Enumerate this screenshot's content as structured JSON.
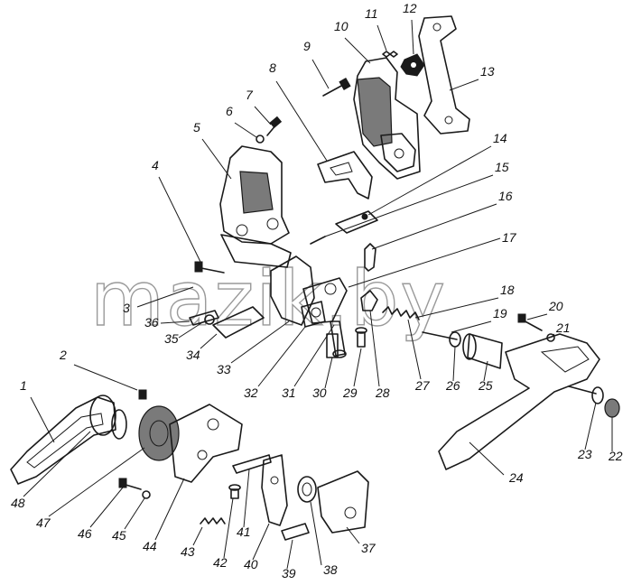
{
  "watermark": "mazik.by",
  "callouts": [
    {
      "n": "1"
    },
    {
      "n": "2"
    },
    {
      "n": "3"
    },
    {
      "n": "4"
    },
    {
      "n": "5"
    },
    {
      "n": "6"
    },
    {
      "n": "7"
    },
    {
      "n": "8"
    },
    {
      "n": "9"
    },
    {
      "n": "10"
    },
    {
      "n": "11"
    },
    {
      "n": "12"
    },
    {
      "n": "13"
    },
    {
      "n": "14"
    },
    {
      "n": "15"
    },
    {
      "n": "16"
    },
    {
      "n": "17"
    },
    {
      "n": "18"
    },
    {
      "n": "19"
    },
    {
      "n": "20"
    },
    {
      "n": "21"
    },
    {
      "n": "22"
    },
    {
      "n": "23"
    },
    {
      "n": "24"
    },
    {
      "n": "25"
    },
    {
      "n": "26"
    },
    {
      "n": "27"
    },
    {
      "n": "28"
    },
    {
      "n": "29"
    },
    {
      "n": "30"
    },
    {
      "n": "31"
    },
    {
      "n": "32"
    },
    {
      "n": "33"
    },
    {
      "n": "34"
    },
    {
      "n": "35"
    },
    {
      "n": "36"
    },
    {
      "n": "37"
    },
    {
      "n": "38"
    },
    {
      "n": "39"
    },
    {
      "n": "40"
    },
    {
      "n": "41"
    },
    {
      "n": "42"
    },
    {
      "n": "43"
    },
    {
      "n": "44"
    },
    {
      "n": "45"
    },
    {
      "n": "46"
    },
    {
      "n": "47"
    },
    {
      "n": "48"
    }
  ]
}
